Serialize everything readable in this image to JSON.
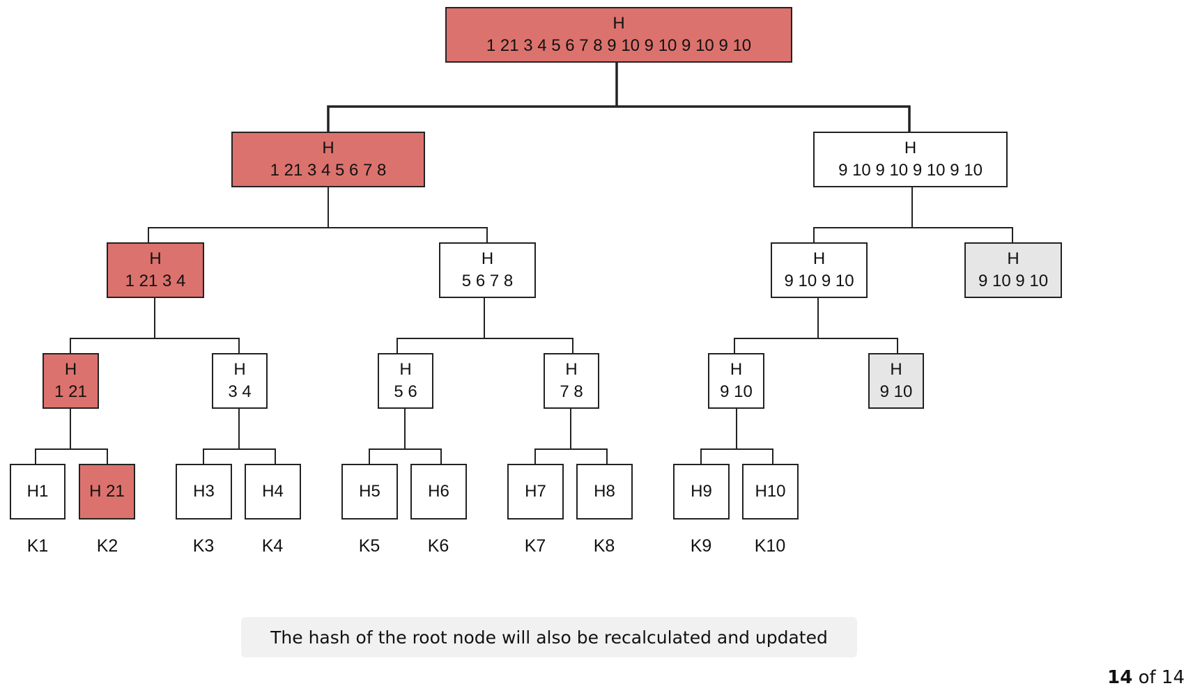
{
  "tree": {
    "nodes": {
      "root": {
        "title": "H",
        "value": "1 21 3 4 5 6 7 8 9 10 9 10 9 10 9 10",
        "state": "changed"
      },
      "l_1_8": {
        "title": "H",
        "value": "1 21 3 4 5 6 7 8",
        "state": "changed"
      },
      "r_9_10x4": {
        "title": "H",
        "value": "9 10 9 10 9 10 9 10",
        "state": "normal"
      },
      "n_1_4": {
        "title": "H",
        "value": "1 21 3 4",
        "state": "changed"
      },
      "n_5_8": {
        "title": "H",
        "value": "5 6 7 8",
        "state": "normal"
      },
      "n_9_10x2": {
        "title": "H",
        "value": "9 10 9 10",
        "state": "normal"
      },
      "n_9_10x2_dup": {
        "title": "H",
        "value": "9 10 9 10",
        "state": "duplicate"
      },
      "n_1_2": {
        "title": "H",
        "value": "1 21",
        "state": "changed"
      },
      "n_3_4": {
        "title": "H",
        "value": "3 4",
        "state": "normal"
      },
      "n_5_6": {
        "title": "H",
        "value": "5 6",
        "state": "normal"
      },
      "n_7_8": {
        "title": "H",
        "value": "7 8",
        "state": "normal"
      },
      "n_9_10": {
        "title": "H",
        "value": "9 10",
        "state": "normal"
      },
      "n_9_10_dup": {
        "title": "H",
        "value": "9 10",
        "state": "duplicate"
      },
      "leaf1": {
        "title": "H1",
        "value": "",
        "state": "normal"
      },
      "leaf2": {
        "title": "H 21",
        "value": "",
        "state": "changed"
      },
      "leaf3": {
        "title": "H3",
        "value": "",
        "state": "normal"
      },
      "leaf4": {
        "title": "H4",
        "value": "",
        "state": "normal"
      },
      "leaf5": {
        "title": "H5",
        "value": "",
        "state": "normal"
      },
      "leaf6": {
        "title": "H6",
        "value": "",
        "state": "normal"
      },
      "leaf7": {
        "title": "H7",
        "value": "",
        "state": "normal"
      },
      "leaf8": {
        "title": "H8",
        "value": "",
        "state": "normal"
      },
      "leaf9": {
        "title": "H9",
        "value": "",
        "state": "normal"
      },
      "leaf10": {
        "title": "H10",
        "value": "",
        "state": "normal"
      }
    },
    "keys": [
      "K1",
      "K2",
      "K3",
      "K4",
      "K5",
      "K6",
      "K7",
      "K8",
      "K9",
      "K10"
    ]
  },
  "caption": "The hash of the root node will also be recalculated and updated",
  "pagination": {
    "current": "14",
    "separator": " of ",
    "total": "14"
  },
  "colors": {
    "changed": "#dc726d",
    "duplicate": "#e6e6e6",
    "normal": "#ffffff",
    "stroke": "#222222"
  }
}
